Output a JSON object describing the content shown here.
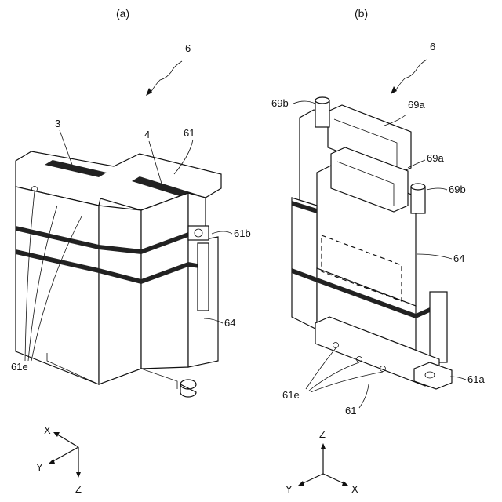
{
  "captions": {
    "a": "(a)",
    "b": "(b)"
  },
  "view_a": {
    "ref": "6",
    "labels": {
      "l3": "3",
      "l4": "4",
      "l61": "61",
      "l61b": "61b",
      "l64": "64",
      "l61e": "61e"
    },
    "axes": {
      "x": "X",
      "y": "Y",
      "z": "Z"
    }
  },
  "view_b": {
    "ref": "6",
    "labels": {
      "l69b_top": "69b",
      "l69a_top": "69a",
      "l69a_mid": "69a",
      "l69b_right": "69b",
      "l64": "64",
      "l61a": "61a",
      "l61e": "61e",
      "l61": "61"
    },
    "axes": {
      "x": "X",
      "y": "Y",
      "z": "Z"
    }
  }
}
